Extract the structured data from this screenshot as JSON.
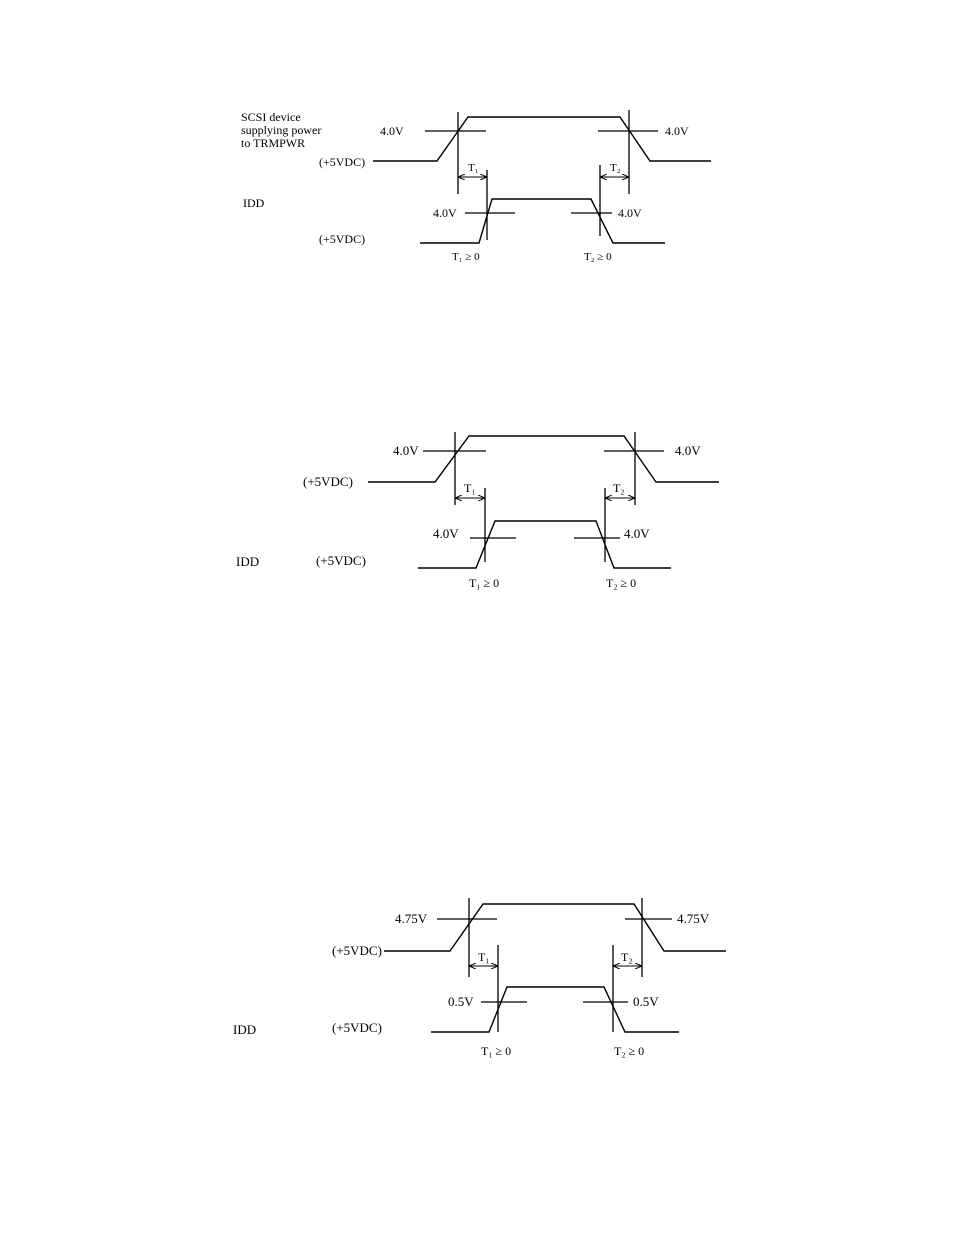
{
  "diagrams": [
    {
      "device_label_lines": [
        "SCSI device",
        "supplying power",
        "to TRMPWR"
      ],
      "top_supply": "(+5VDC)",
      "top_left_threshold": "4.0V",
      "top_right_threshold": "4.0V",
      "t1": "T₁",
      "t2": "T₂",
      "idd_label": "IDD",
      "bottom_supply": "(+5VDC)",
      "bottom_left_threshold": "4.0V",
      "bottom_right_threshold": "4.0V",
      "t1_condition": "T₁ ≥ 0",
      "t2_condition": "T₂ ≥ 0"
    },
    {
      "device_label_lines": [],
      "top_supply": "(+5VDC)",
      "top_left_threshold": "4.0V",
      "top_right_threshold": "4.0V",
      "t1": "T₁",
      "t2": "T₂",
      "idd_label": "IDD",
      "bottom_supply": "(+5VDC)",
      "bottom_left_threshold": "4.0V",
      "bottom_right_threshold": "4.0V",
      "t1_condition": "T₁ ≥ 0",
      "t2_condition": "T₂ ≥ 0"
    },
    {
      "device_label_lines": [],
      "top_supply": "(+5VDC)",
      "top_left_threshold": "4.75V",
      "top_right_threshold": "4.75V",
      "t1": "T₁",
      "t2": "T₂",
      "idd_label": "IDD",
      "bottom_supply": "(+5VDC)",
      "bottom_left_threshold": "0.5V",
      "bottom_right_threshold": "0.5V",
      "t1_condition": "T₁ ≥ 0",
      "t2_condition": "T₂ ≥ 0"
    }
  ]
}
